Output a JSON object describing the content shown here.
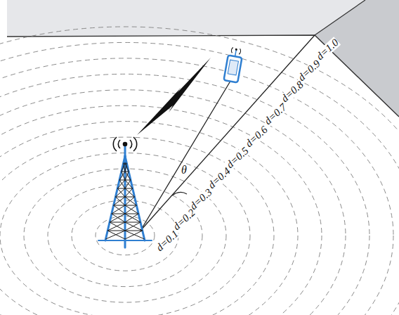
{
  "diagram": {
    "labels": [
      "d=0.1",
      "d=0.2",
      "d=0.3",
      "d=0.4",
      "d=0.5",
      "d=0.6",
      "d=0.7",
      "d=0.8",
      "d=0.9",
      "d=1.0",
      "θ"
    ]
  }
}
